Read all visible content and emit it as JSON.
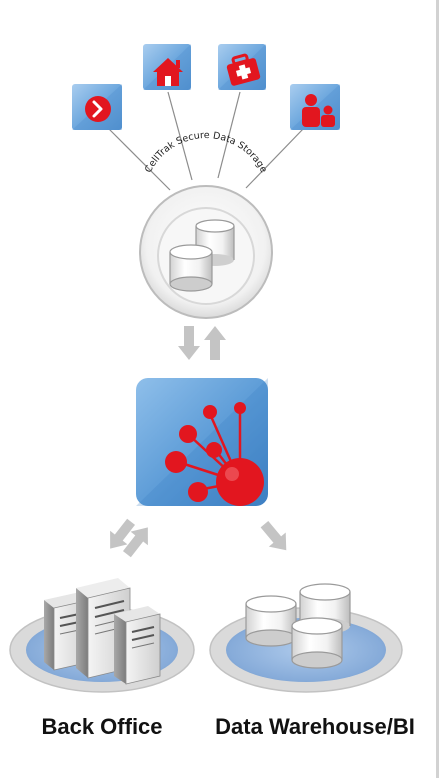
{
  "diagram": {
    "storage_label": "CellTrak Secure Data Storage",
    "back_office_label": "Back Office",
    "data_warehouse_label": "Data Warehouse/BI",
    "colors": {
      "tile_blue": "#5b9bd8",
      "tile_blue_light": "#9cc6ec",
      "accent_red": "#e2161f",
      "arrow_gray": "#c4c4c4",
      "connector_gray": "#8a8a8a",
      "platform_blue": "#8fb3de"
    },
    "icons": [
      "arrow-right-icon",
      "home-icon",
      "medical-kit-icon",
      "people-icon",
      "database-icon",
      "network-node-icon",
      "server-icon"
    ]
  }
}
